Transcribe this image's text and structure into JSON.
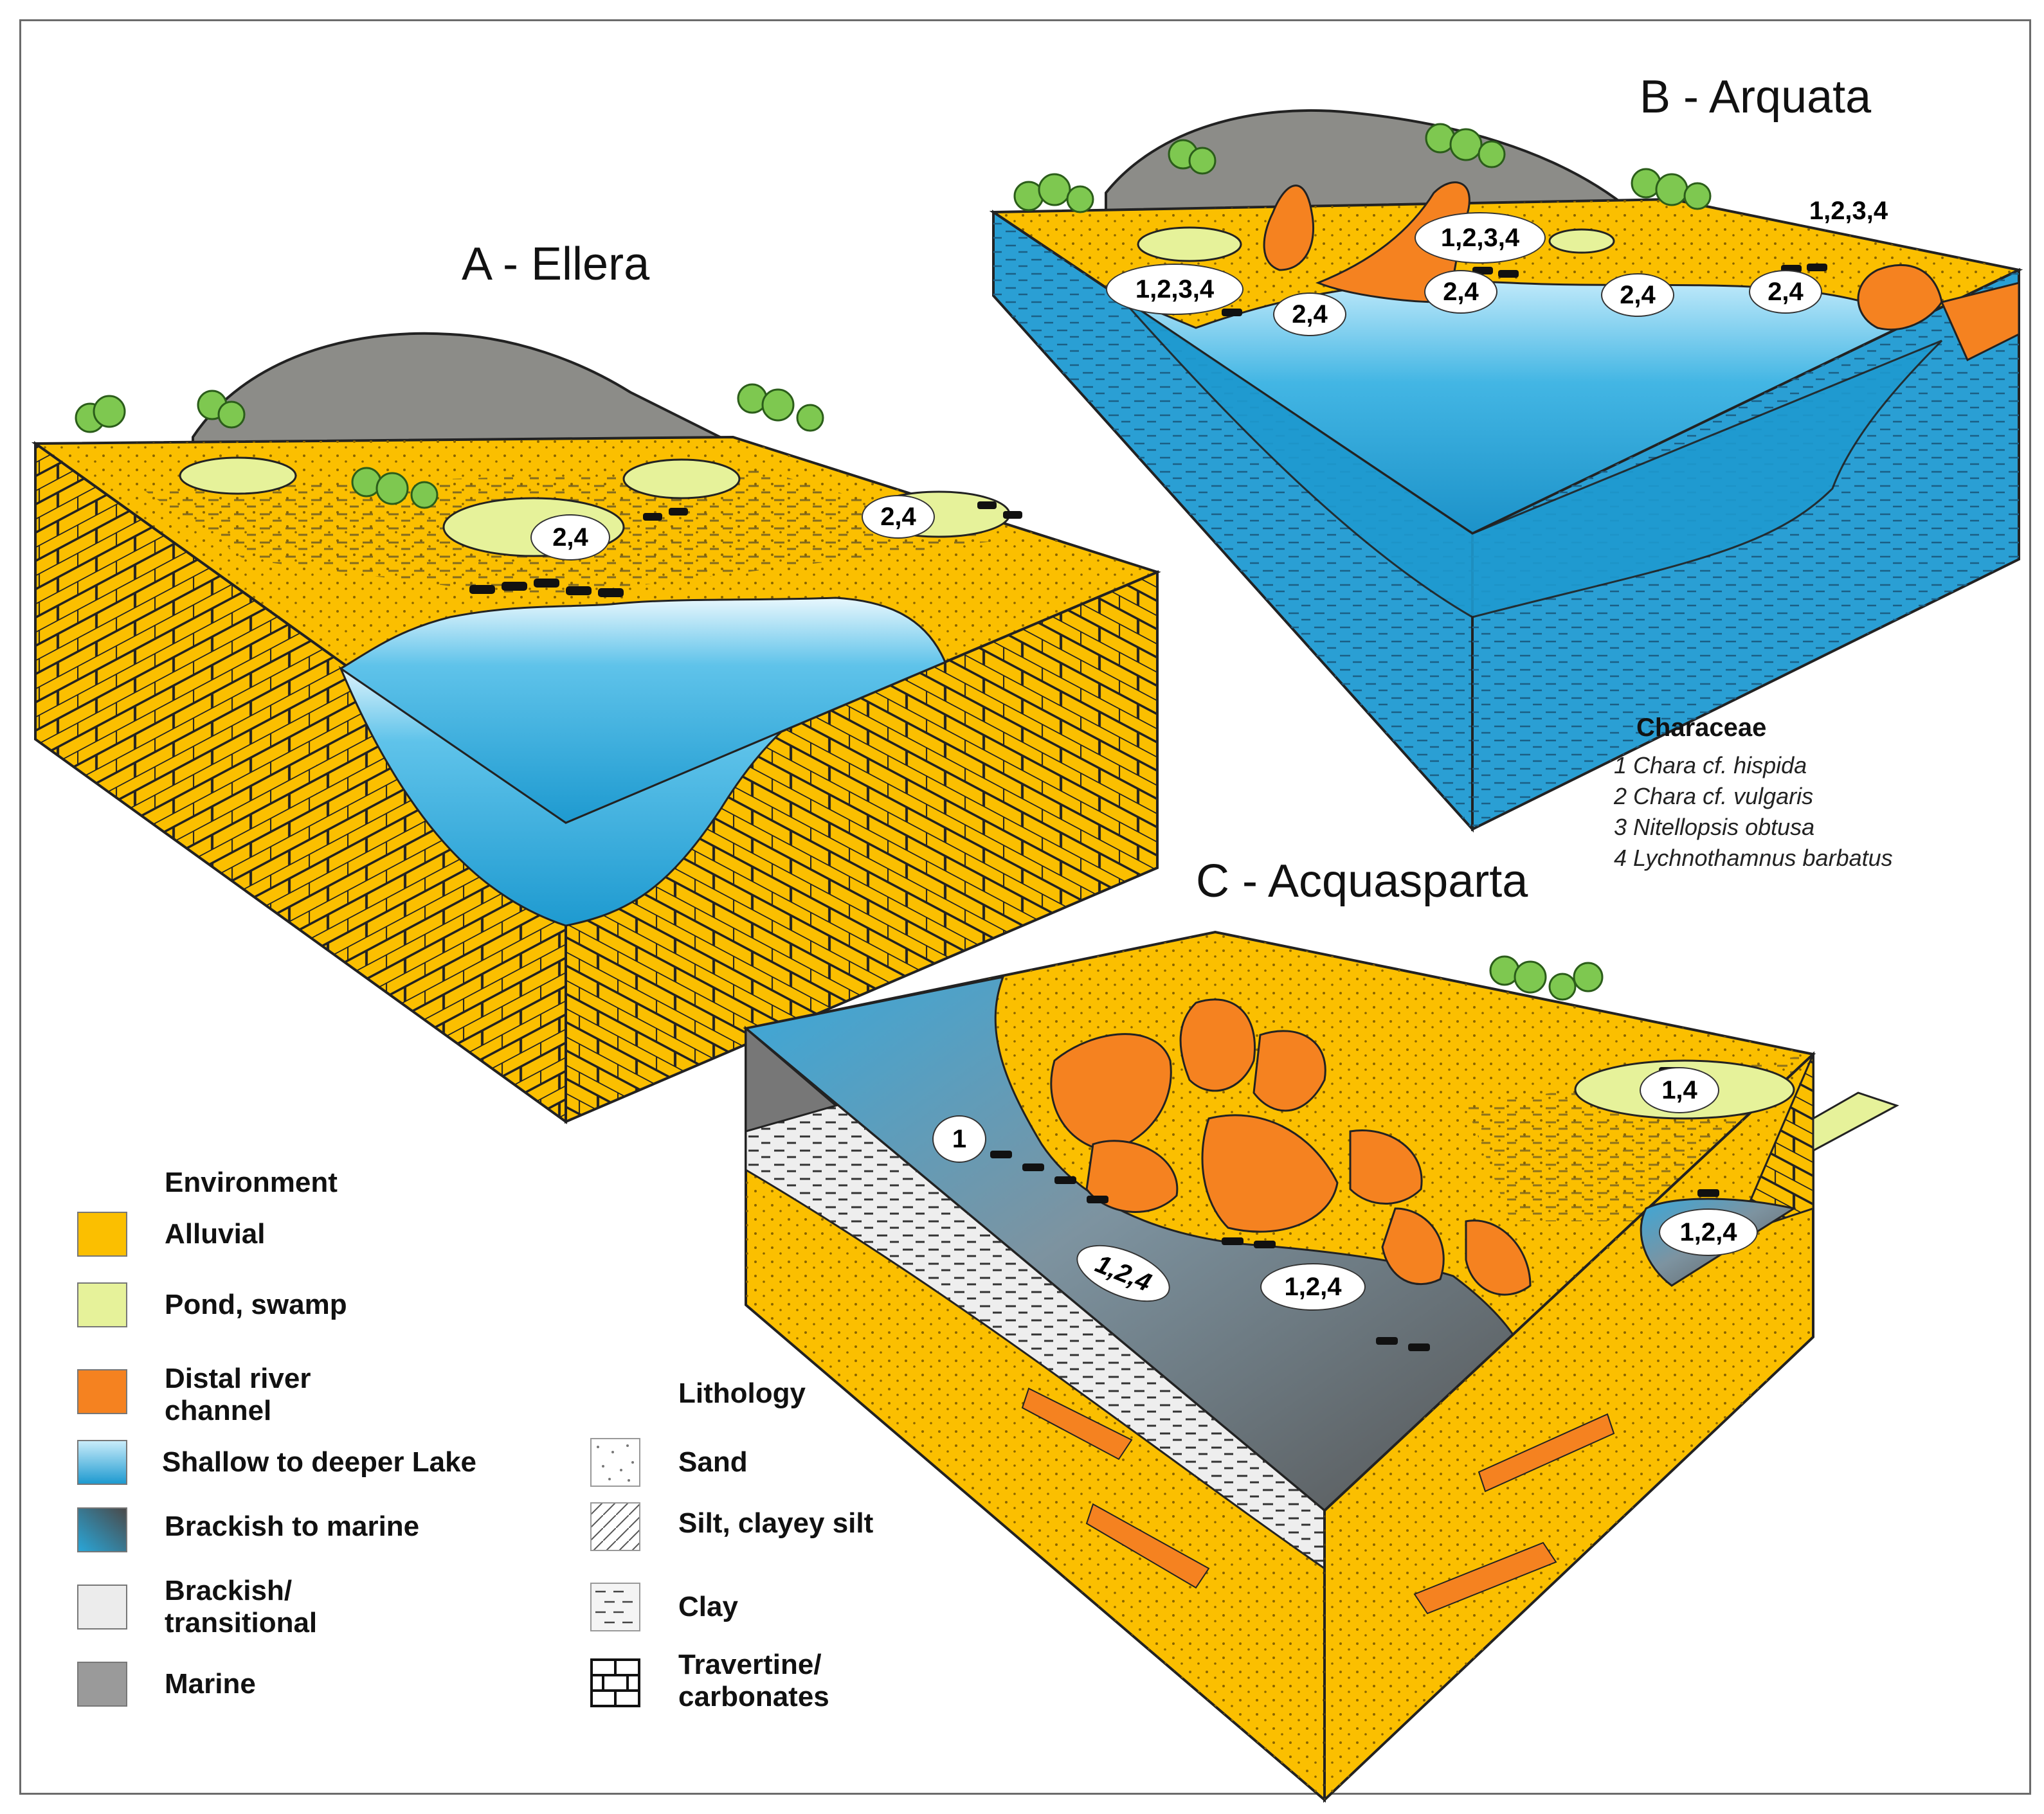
{
  "blocks": {
    "a_title": "A - Ellera",
    "b_title": "B - Arquata",
    "c_title": "C - Acquasparta"
  },
  "site_labels": {
    "a1": "2,4",
    "a2": "2,4",
    "b1": "1,2,3,4",
    "b2": "2,4",
    "b3": "1,2,3,4",
    "b4": "2,4",
    "b5": "2,4",
    "b6": "2,4",
    "b7": "1,2,3,4",
    "c1": "1",
    "c2": "1,2,4",
    "c3": "1,2,4",
    "c4": "1,4",
    "c5": "1,2,4"
  },
  "characeae": {
    "title": "Characeae",
    "items": [
      "1 Chara cf. hispida",
      "2 Chara cf. vulgaris",
      "3 Nitellopsis obtusa",
      "4 Lychnothamnus barbatus"
    ]
  },
  "environment": {
    "heading": "Environment",
    "items": [
      {
        "label": "Alluvial",
        "color": "#fbbf00"
      },
      {
        "label": "Pond, swamp",
        "color": "#e6f29a"
      },
      {
        "label": "Distal river channel",
        "color": "#f58220"
      },
      {
        "label": "Shallow to deeper Lake",
        "color": "#29a6d8"
      },
      {
        "label": "Brackish to marine",
        "color": "#5a6f7e"
      },
      {
        "label": "Brackish/ transitional",
        "color": "#ececec"
      },
      {
        "label": "Marine",
        "color": "#9a9a9a"
      }
    ]
  },
  "lithology": {
    "heading": "Lithology",
    "items": [
      {
        "label": "Sand",
        "pattern": "dots"
      },
      {
        "label": "Silt, clayey silt",
        "pattern": "diagonal"
      },
      {
        "label": "Clay",
        "pattern": "dashes"
      },
      {
        "label": "Travertine/ carbonates",
        "pattern": "bricks"
      }
    ]
  }
}
